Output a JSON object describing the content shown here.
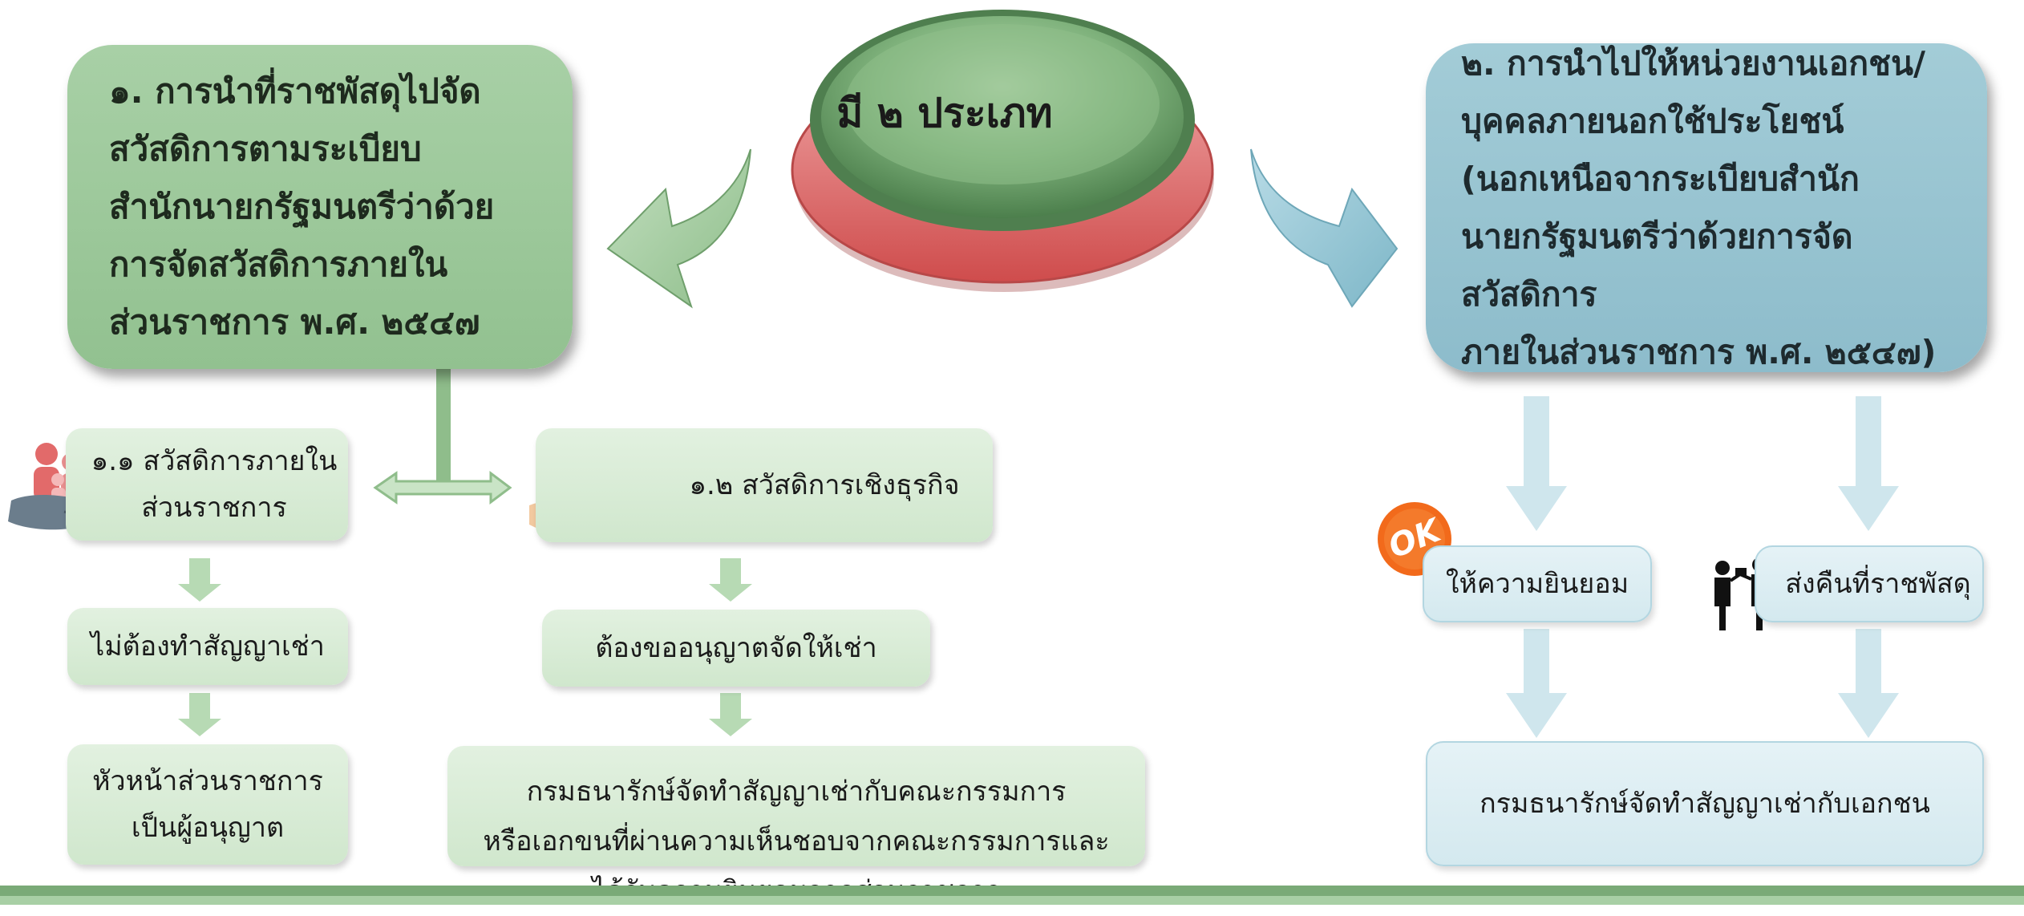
{
  "center": {
    "label": "มี ๒ ประเภท"
  },
  "type1": {
    "title": "๑. การนำที่ราชพัสดุไปจัด\nสวัสดิการตามระเบียบ\nสำนักนายกรัฐมนตรีว่าด้วย\nการจัดสวัสดิการภายใน\nส่วนราชการ พ.ศ. ๒๕๔๗",
    "sub1": {
      "label": "๑.๑ สวัสดิการภายใน\nส่วนราชการ",
      "step1": "ไม่ต้องทำสัญญาเช่า",
      "step2": "หัวหน้าส่วนราชการ\nเป็นผู้อนุญาต"
    },
    "sub2": {
      "label": "๑.๒ สวัสดิการเชิงธุรกิจ",
      "step1": "ต้องขออนุญาตจัดให้เช่า",
      "step2": "กรมธนารักษ์จัดทำสัญญาเช่ากับคณะกรรมการ\nหรือเอกขนที่ผ่านความเห็นชอบจากคณะกรรมการและ\nได้รับความยินยอมจากส่วนราชการ"
    }
  },
  "type2": {
    "title": "๒. การนำไปให้หน่วยงานเอกชน/\nบุคคลภายนอกใช้ประโยชน์\n(นอกเหนือจากระเบียบสำนัก\nนายกรัฐมนตรีว่าด้วยการจัดสวัสดิการ\nภายในส่วนราชการ พ.ศ. ๒๕๔๗)",
    "option1": "ให้ความยินยอม",
    "option2": "ส่งคืนที่ราชพัสดุ",
    "result": "กรมธนารักษ์จัดทำสัญญาเช่ากับเอกชน"
  },
  "icons": {
    "ok_badge": "OK"
  },
  "colors": {
    "main_green": "#9fcb9d",
    "main_blue": "#99c5d2",
    "pale_green": "#d8ecd5",
    "pale_blue": "#dbedf2",
    "oval_top": "#5e8f5e",
    "oval_base": "#e07070",
    "ok_orange": "#f26a1b",
    "bottom_bar": "#7aaa77"
  }
}
